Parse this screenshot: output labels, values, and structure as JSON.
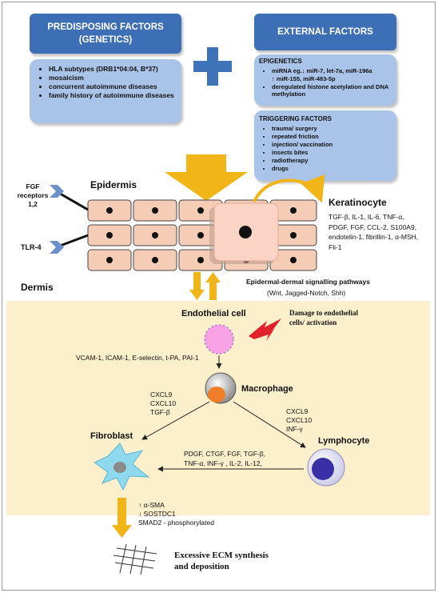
{
  "predisposing": {
    "title_line1": "PREDISPOSING FACTORS",
    "title_line2": "(GENETICS)",
    "items": [
      "HLA subtypes (DRB1*04:04, B*37)",
      "mosaicism",
      "concurrent autoimmune diseases",
      "family history of autoimmune diseases"
    ]
  },
  "external": {
    "title": "EXTERNAL FACTORS",
    "epigenetics_title": "EPIGENETICS",
    "epigenetics_items": [
      "miRNA eg.↓ miR-7, let-7a, miR-196a",
      "↑ miR-155, miR-483-5p",
      "deregulated histone acetylation and DNA methylation"
    ],
    "triggering_title": "TRIGGERING FACTORS",
    "triggering_items": [
      "trauma/ surgery",
      "repeated friction",
      "injection/ vaccination",
      "insects bites",
      "radiotherapy",
      "drugs"
    ]
  },
  "skin": {
    "epidermis": "Epidermis",
    "dermis": "Dermis",
    "fgf_receptors": "FGF receptors 1,2",
    "tlr4": "TLR-4",
    "keratinocyte_title": "Keratinocyte",
    "keratinocyte_factors": "TGF-β, IL-1, IL-6, TNF-α, PDGF, FGF, CCL-2, S100A9, endotelin-1, fibrillin-1, α-MSH, Fli-1",
    "signalling_line1": "Epidermal-dermal signalling pathways",
    "signalling_line2": "(Wnt, Jagged-Notch, Shh)"
  },
  "dermal": {
    "endothelial_cell": "Endothelial cell",
    "damage_line1": "Damage to endothelial",
    "damage_line2": "cells/ activation",
    "adhesion": "VCAM-1, ICAM-1, E-selectin, t-PA, PAI-1",
    "macrophage": "Macrophage",
    "mac_to_fib": [
      "CXCL9",
      "CXCL10",
      "TGF-β"
    ],
    "mac_to_lym": [
      "CXCL9",
      "CXCL10",
      "INF-γ"
    ],
    "fibroblast": "Fibroblast",
    "lymphocyte": "Lymphocyte",
    "lym_factors_line1": "PDGF, CTGF, FGF, TGF-β,",
    "lym_factors_line2": "TNF-α, INF-γ , IL-2, IL-12,",
    "markers": [
      "↑ α-SMA",
      "↓ SOSTDC1",
      "SMAD2 - phosphorylated"
    ],
    "ecm_line1": "Excessive ECM synthesis",
    "ecm_line2": "and deposition"
  },
  "colors": {
    "header_blue": "#3d6fb6",
    "light_blue": "#a9c4e8",
    "dermis_bg": "#fcefcb",
    "cell_fill": "#f5cdb6",
    "arrow_gold": "#f2b517"
  }
}
